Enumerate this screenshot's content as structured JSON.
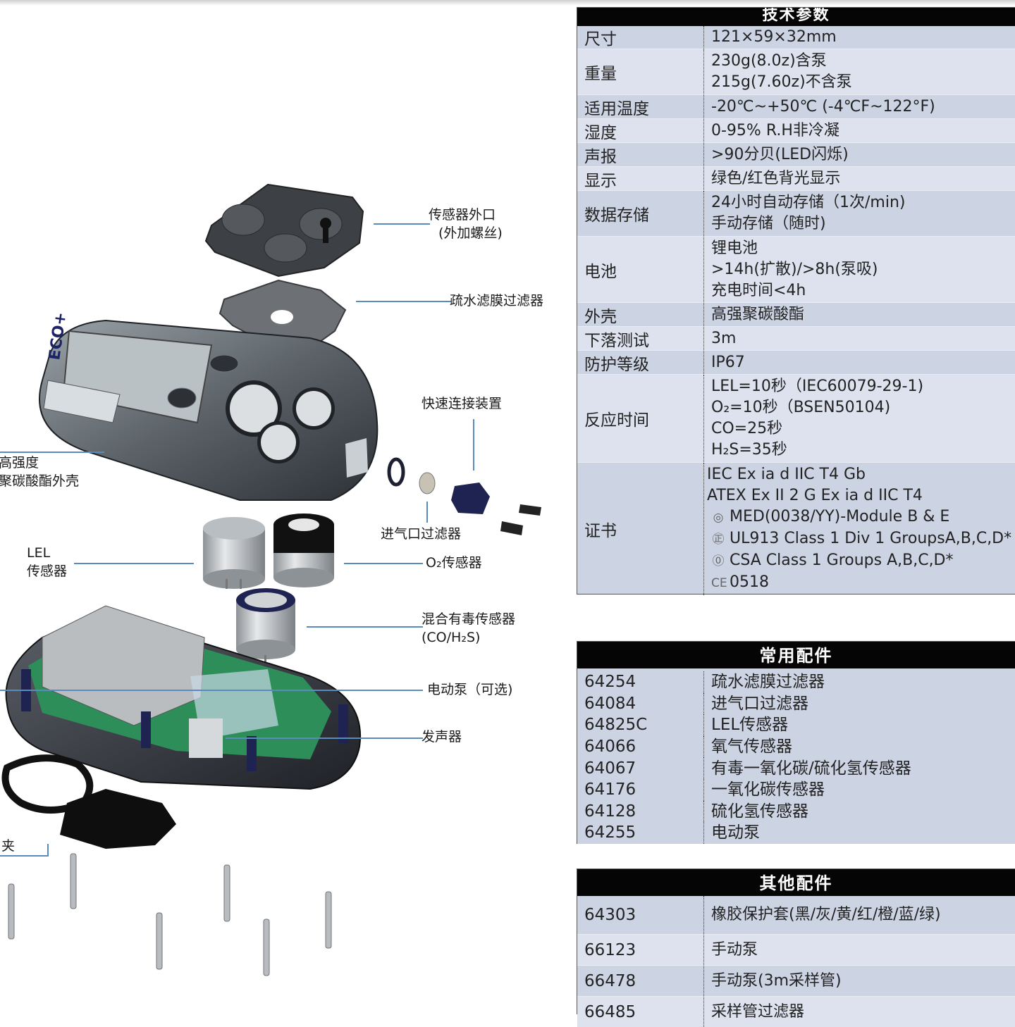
{
  "diagram": {
    "labels": {
      "sensor_cover": [
        "传感器外口",
        "(外加螺丝)"
      ],
      "membrane_filter": "疏水滤膜过滤器",
      "quick_connect": "快速连接装置",
      "housing": [
        "高强度",
        "聚碳酸酯外壳"
      ],
      "inlet_filter": "进气口过滤器",
      "lel_sensor": [
        "LEL",
        "传感器"
      ],
      "o2_sensor": "O₂传感器",
      "toxic_sensor": [
        "混合有毒传感器",
        "(CO/H₂S)"
      ],
      "pump": "电动泵（可选)",
      "buzzer": "发声器",
      "clip": "夹"
    },
    "device_brand": "ECO+"
  },
  "spec_table": {
    "title": "技术参数",
    "rows": [
      {
        "key": "尺寸",
        "values": [
          "121×59×32mm"
        ]
      },
      {
        "key": "重量",
        "values": [
          "230g(8.0z)含泵",
          "215g(7.60z)不含泵"
        ]
      },
      {
        "key": "适用温度",
        "values": [
          "-20℃~+50℃ (-4℃F~122°F)"
        ]
      },
      {
        "key": "湿度",
        "values": [
          "0-95% R.H非冷凝"
        ]
      },
      {
        "key": "声报",
        "values": [
          ">90分贝(LED闪烁)"
        ]
      },
      {
        "key": "显示",
        "values": [
          "绿色/红色背光显示"
        ]
      },
      {
        "key": "数据存储",
        "values": [
          "24小时自动存储（1次/min)",
          "手动存储（随时)"
        ]
      },
      {
        "key": "电池",
        "values": [
          "锂电池",
          ">14h(扩散)/>8h(泵吸)",
          "充电时间<4h"
        ]
      },
      {
        "key": "外壳",
        "values": [
          "高强聚碳酸酯"
        ]
      },
      {
        "key": "下落测试",
        "values": [
          "3m"
        ]
      },
      {
        "key": "防护等级",
        "values": [
          "IP67"
        ]
      },
      {
        "key": "反应时间",
        "values": [
          "LEL=10秒（IEC60079-29-1)",
          "O₂=10秒（BSEN50104)",
          "CO=25秒",
          "H₂S=35秒"
        ]
      },
      {
        "key": "证书",
        "values": [
          "IEC Ex ia d IIC T4 Gb",
          "ATEX Ex II 2 G Ex ia d IIC T4",
          "MED(0038/YY)-Module B & E",
          "UL913 Class 1 Div 1 GroupsA,B,C,D*",
          "CSA Class 1 Groups A,B,C,D*",
          "0518"
        ]
      }
    ],
    "cert_icons": [
      "",
      "",
      "◎",
      "㊣",
      "⓪",
      "CE"
    ]
  },
  "accessories_table": {
    "title": "常用配件",
    "rows": [
      {
        "code": "64254",
        "name": "疏水滤膜过滤器"
      },
      {
        "code": "64084",
        "name": "进气口过滤器"
      },
      {
        "code": "64825C",
        "name": "LEL传感器"
      },
      {
        "code": "64066",
        "name": "氧气传感器"
      },
      {
        "code": "64067",
        "name": "有毒一氧化碳/硫化氢传感器"
      },
      {
        "code": "64176",
        "name": "一氧化碳传感器"
      },
      {
        "code": "64128",
        "name": "硫化氢传感器"
      },
      {
        "code": "64255",
        "name": "电动泵"
      }
    ]
  },
  "other_table": {
    "title": "其他配件",
    "rows": [
      {
        "code": "64303",
        "name": "橡胶保护套(黑/灰/黄/红/橙/蓝/绿)"
      },
      {
        "code": "66123",
        "name": "手动泵"
      },
      {
        "code": "66478",
        "name": "手动泵(3m采样管)"
      },
      {
        "code": "66485",
        "name": "采样管过滤器"
      }
    ]
  }
}
